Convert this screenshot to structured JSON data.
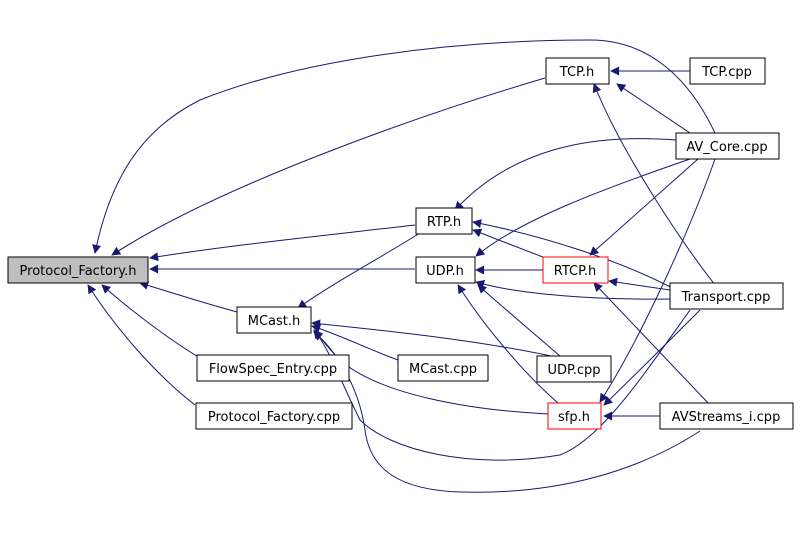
{
  "diagram": {
    "type": "include-dependency-graph",
    "colors": {
      "edge": "#191970",
      "box_border": "#000000",
      "unresolved_border": "#ff0000",
      "highlight_fill": "#bfbfbf"
    },
    "nodes": [
      {
        "id": "protocol_factory_h",
        "label": "Protocol_Factory.h",
        "style": "highlighted"
      },
      {
        "id": "tcp_h",
        "label": "TCP.h",
        "style": "normal"
      },
      {
        "id": "tcp_cpp",
        "label": "TCP.cpp",
        "style": "normal"
      },
      {
        "id": "av_core_cpp",
        "label": "AV_Core.cpp",
        "style": "normal"
      },
      {
        "id": "rtp_h",
        "label": "RTP.h",
        "style": "normal"
      },
      {
        "id": "udp_h",
        "label": "UDP.h",
        "style": "normal"
      },
      {
        "id": "rtcp_h",
        "label": "RTCP.h",
        "style": "red"
      },
      {
        "id": "transport_cpp",
        "label": "Transport.cpp",
        "style": "normal"
      },
      {
        "id": "mcast_h",
        "label": "MCast.h",
        "style": "normal"
      },
      {
        "id": "flowspec_entry_cpp",
        "label": "FlowSpec_Entry.cpp",
        "style": "normal"
      },
      {
        "id": "mcast_cpp",
        "label": "MCast.cpp",
        "style": "normal"
      },
      {
        "id": "udp_cpp",
        "label": "UDP.cpp",
        "style": "normal"
      },
      {
        "id": "protocol_factory_cpp",
        "label": "Protocol_Factory.cpp",
        "style": "normal"
      },
      {
        "id": "sfp_h",
        "label": "sfp.h",
        "style": "red"
      },
      {
        "id": "avstreams_i_cpp",
        "label": "AVStreams_i.cpp",
        "style": "normal"
      }
    ],
    "edges": [
      {
        "from": "tcp_cpp",
        "to": "tcp_h"
      },
      {
        "from": "av_core_cpp",
        "to": "tcp_h"
      },
      {
        "from": "transport_cpp",
        "to": "tcp_h"
      },
      {
        "from": "tcp_h",
        "to": "protocol_factory_h"
      },
      {
        "from": "av_core_cpp",
        "to": "protocol_factory_h"
      },
      {
        "from": "rtp_h",
        "to": "protocol_factory_h"
      },
      {
        "from": "udp_h",
        "to": "protocol_factory_h"
      },
      {
        "from": "mcast_h",
        "to": "protocol_factory_h"
      },
      {
        "from": "flowspec_entry_cpp",
        "to": "protocol_factory_h"
      },
      {
        "from": "protocol_factory_cpp",
        "to": "protocol_factory_h"
      },
      {
        "from": "av_core_cpp",
        "to": "rtp_h"
      },
      {
        "from": "av_core_cpp",
        "to": "udp_h"
      },
      {
        "from": "av_core_cpp",
        "to": "rtcp_h"
      },
      {
        "from": "av_core_cpp",
        "to": "sfp_h"
      },
      {
        "from": "rtp_h",
        "to": "mcast_h"
      },
      {
        "from": "rtcp_h",
        "to": "rtp_h"
      },
      {
        "from": "transport_cpp",
        "to": "rtp_h"
      },
      {
        "from": "rtcp_h",
        "to": "udp_h"
      },
      {
        "from": "transport_cpp",
        "to": "udp_h"
      },
      {
        "from": "udp_cpp",
        "to": "udp_h"
      },
      {
        "from": "sfp_h",
        "to": "udp_h"
      },
      {
        "from": "transport_cpp",
        "to": "rtcp_h"
      },
      {
        "from": "avstreams_i_cpp",
        "to": "rtcp_h"
      },
      {
        "from": "mcast_cpp",
        "to": "mcast_h"
      },
      {
        "from": "udp_cpp",
        "to": "mcast_h"
      },
      {
        "from": "sfp_h",
        "to": "mcast_h"
      },
      {
        "from": "transport_cpp",
        "to": "mcast_h"
      },
      {
        "from": "avstreams_i_cpp",
        "to": "mcast_h"
      },
      {
        "from": "transport_cpp",
        "to": "sfp_h"
      },
      {
        "from": "avstreams_i_cpp",
        "to": "sfp_h"
      }
    ]
  }
}
